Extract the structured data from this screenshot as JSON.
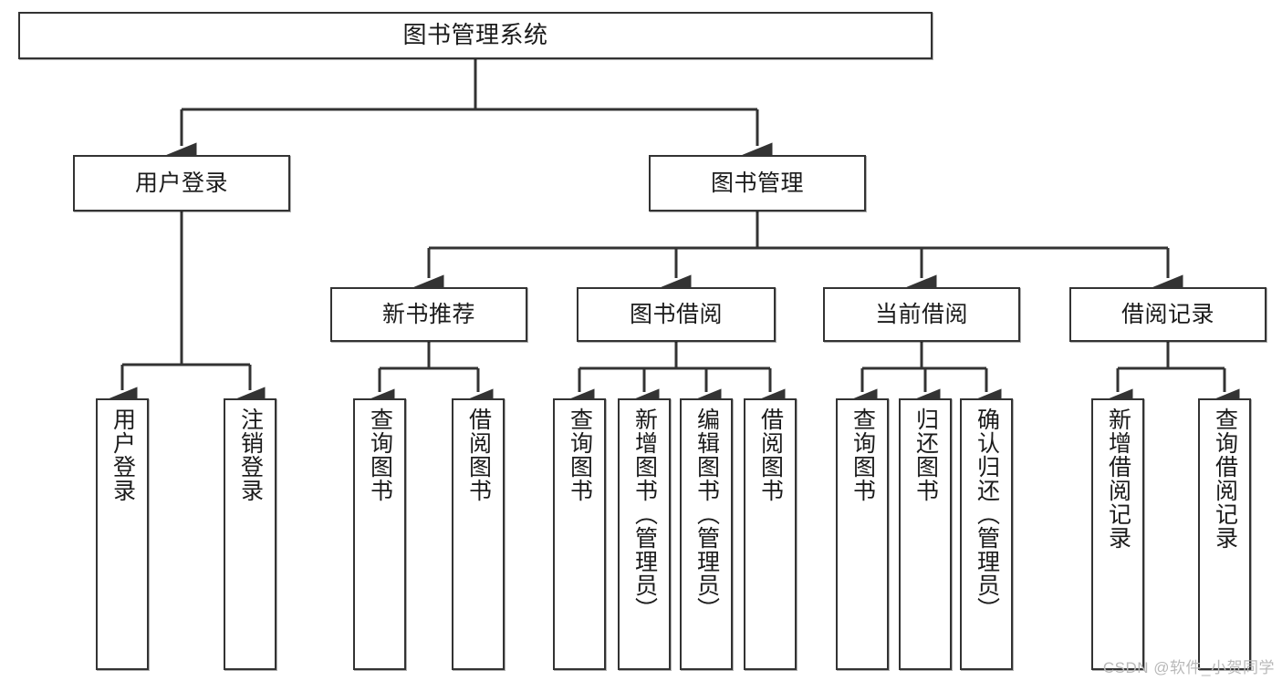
{
  "diagram": {
    "title": "图书管理系统",
    "type": "hierarchy-tree",
    "levels": 4,
    "colors": {
      "box_border": "#333333",
      "box_fill": "#ffffff",
      "edge": "#333333",
      "text": "#1b1b1b",
      "watermark": "#b9b9b9"
    },
    "nodes": {
      "root": {
        "label": "图书管理系统"
      },
      "level2": [
        {
          "id": "user-login",
          "label": "用户登录"
        },
        {
          "id": "book-manage",
          "label": "图书管理"
        }
      ],
      "level3": [
        {
          "id": "new-book-recommend",
          "label": "新书推荐"
        },
        {
          "id": "book-borrow",
          "label": "图书借阅"
        },
        {
          "id": "current-borrow",
          "label": "当前借阅"
        },
        {
          "id": "borrow-record",
          "label": "借阅记录"
        }
      ],
      "leaves": [
        {
          "id": "leaf-user-login",
          "label": "用户登录",
          "parent": "user-login"
        },
        {
          "id": "leaf-logout-login",
          "label": "注销登录",
          "parent": "user-login"
        },
        {
          "id": "leaf-query-book-1",
          "label": "查询图书",
          "parent": "new-book-recommend"
        },
        {
          "id": "leaf-borrow-book-1",
          "label": "借阅图书",
          "parent": "new-book-recommend"
        },
        {
          "id": "leaf-query-book-2",
          "label": "查询图书",
          "parent": "book-borrow"
        },
        {
          "id": "leaf-add-book",
          "label": "新增图书（管理员）",
          "parent": "book-borrow"
        },
        {
          "id": "leaf-edit-book",
          "label": "编辑图书（管理员）",
          "parent": "book-borrow"
        },
        {
          "id": "leaf-borrow-book-2",
          "label": "借阅图书",
          "parent": "book-borrow"
        },
        {
          "id": "leaf-query-book-3",
          "label": "查询图书",
          "parent": "current-borrow"
        },
        {
          "id": "leaf-return-book",
          "label": "归还图书",
          "parent": "current-borrow"
        },
        {
          "id": "leaf-confirm-return",
          "label": "确认归还（管理员）",
          "parent": "current-borrow"
        },
        {
          "id": "leaf-add-record",
          "label": "新增借阅记录",
          "parent": "borrow-record"
        },
        {
          "id": "leaf-query-record",
          "label": "查询借阅记录",
          "parent": "borrow-record"
        }
      ]
    },
    "watermark": "CSDN @软件_小贺同学"
  }
}
